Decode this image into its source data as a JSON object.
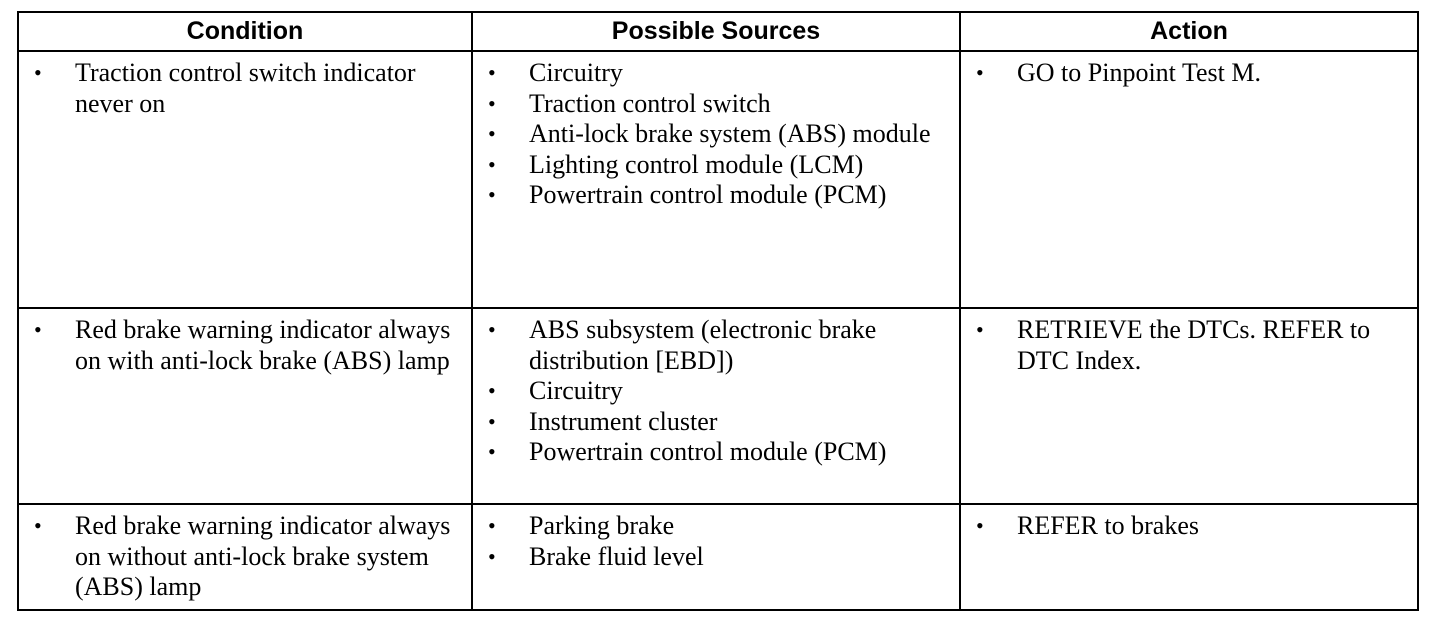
{
  "headers": {
    "condition": "Condition",
    "sources": "Possible Sources",
    "action": "Action"
  },
  "rows": [
    {
      "condition": [
        "Traction control switch indicator never on"
      ],
      "sources": [
        "Circuitry",
        "Traction control switch",
        "Anti-lock brake system (ABS) module",
        "Lighting control module (LCM)",
        "Powertrain control module (PCM)"
      ],
      "action": [
        "GO to Pinpoint Test M."
      ]
    },
    {
      "condition": [
        "Red brake warning indicator always on with anti-lock brake (ABS) lamp"
      ],
      "sources": [
        "ABS subsystem (electronic brake distribution [EBD])",
        "Circuitry",
        "Instrument cluster",
        "Powertrain control module (PCM)"
      ],
      "action": [
        "RETRIEVE the DTCs. REFER to DTC Index."
      ]
    },
    {
      "condition": [
        "Red brake warning indicator always on without anti-lock brake system (ABS) lamp"
      ],
      "sources": [
        "Parking brake",
        "Brake fluid level"
      ],
      "action": [
        "REFER to brakes"
      ]
    }
  ],
  "bullet": "•"
}
